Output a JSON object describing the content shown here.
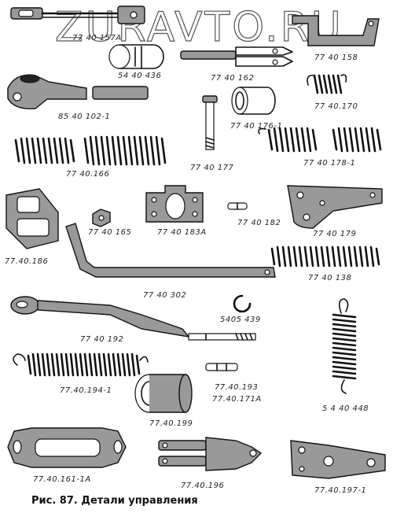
{
  "watermark": "ZURAVTO.RU",
  "caption": "Рис. 87. Детали управления",
  "parts": {
    "p1": "77 40 157A",
    "p2": "54 40 436",
    "p3": "77 40 162",
    "p4": "77 40 158",
    "p5": "85 40 102-1",
    "p6": "77 40 176-1",
    "p7": "77 40.170",
    "p8": "77 40.166",
    "p9": "77 40 177",
    "p10": "77 40 178-1",
    "p11": "77 40 165",
    "p12": "77 40 183A",
    "p13": "77 40 182",
    "p14": "77 40 179",
    "p15": "77.40.186",
    "p16": "77 40 138",
    "p17": "77 40 302",
    "p18": "5405 439",
    "p19": "77 40 192",
    "p20": "77.40.194-1",
    "p21": "77.40.193",
    "p22": "77.40.171A",
    "p23": "5 4 40 448",
    "p24": "77.40.199",
    "p25": "77.40.161-1A",
    "p26": "77.40.196",
    "p27": "77.40.197-1"
  }
}
